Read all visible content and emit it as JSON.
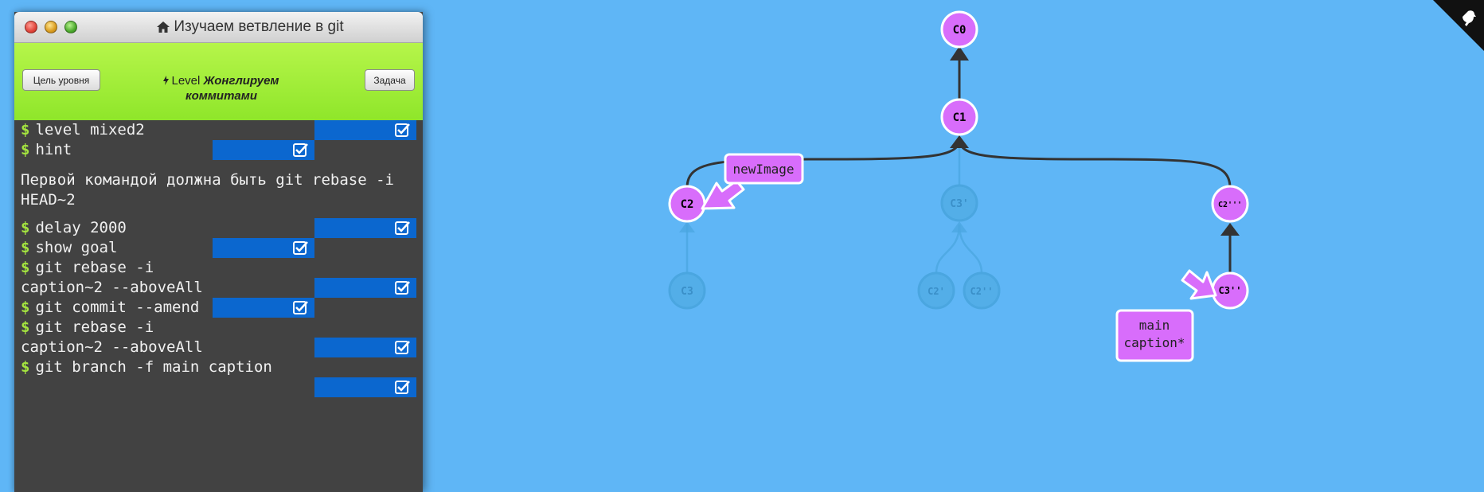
{
  "window": {
    "title": "Изучаем ветвление в git",
    "level_prefix": "Level",
    "level_name": "Жонглируем коммитами",
    "goal_button": "Цель уровня",
    "task_button": "Задача"
  },
  "terminal": {
    "prompt": "$",
    "commands": [
      "level mixed2",
      "hint",
      "delay 2000",
      "show goal",
      "git rebase -i\ncaption~2 --aboveAll",
      "git commit --amend",
      "git rebase -i\ncaption~2 --aboveAll",
      "git branch -f main caption"
    ],
    "hint_text": "Первой командой должна быть git rebase -i\nHEAD~2"
  },
  "graph": {
    "commits": {
      "c0": "C0",
      "c1": "C1",
      "c2": "C2",
      "c3": "C3",
      "c3p": "C3'",
      "c2p": "C2'",
      "c2pp_ghost": "C2''",
      "c2ppp": "C2'''",
      "c3pp": "C3''"
    },
    "branches": {
      "new_image": "newImage",
      "main_caption": "main\ncaption*"
    }
  },
  "colors": {
    "background": "#5fb6f6",
    "commit_fill": "#d86dfb",
    "ghost_commit": "#4aa6e0",
    "terminal_bg": "#424242",
    "level_bar": "#9beb35",
    "ok_block": "#0b67cf"
  },
  "icons": {
    "title": "home-icon",
    "level": "bolt-icon",
    "command_done": "checkbox-icon",
    "corner": "octocat-corner-icon"
  }
}
